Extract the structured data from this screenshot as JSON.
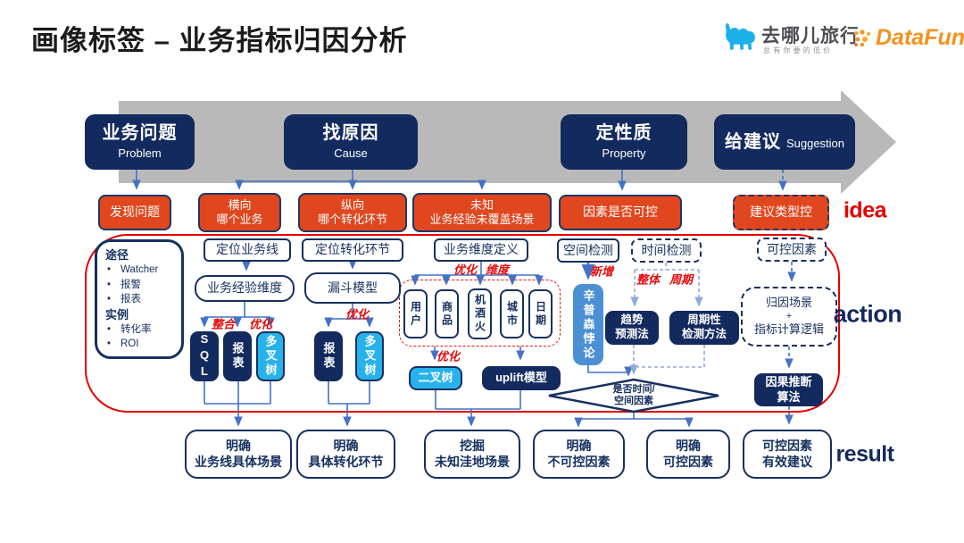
{
  "title": "画像标签 – 业务指标归因分析",
  "logo": {
    "qunar_name": "去哪儿旅行",
    "qunar_tagline": "总有你要的低价",
    "datafun": "DataFun",
    "datafun_dot": "."
  },
  "stage_labels": {
    "idea": "idea",
    "action": "action",
    "result": "result"
  },
  "stages": [
    {
      "zh": "业务问题",
      "en": "Problem"
    },
    {
      "zh": "找原因",
      "en": "Cause"
    },
    {
      "zh": "定性质",
      "en": "Property"
    },
    {
      "zh": "给建议",
      "en": "Suggestion"
    }
  ],
  "idea_row": [
    [
      "发现问题"
    ],
    [
      "横向",
      "哪个业务"
    ],
    [
      "纵向",
      "哪个转化环节"
    ],
    [
      "未知",
      "业务经验未覆盖场景"
    ],
    [
      "因素是否可控"
    ],
    [
      "建议类型控"
    ]
  ],
  "panel": {
    "sections": [
      {
        "heading": "途径",
        "items": [
          "Watcher",
          "报警",
          "报表"
        ]
      },
      {
        "heading": "实例",
        "items": [
          "转化率",
          "ROI"
        ]
      }
    ]
  },
  "flow": {
    "col1": {
      "top": "定位业务线",
      "mid": "业务经验维度",
      "tags": [
        "整合",
        "优化"
      ],
      "leaves": [
        "SQL",
        "报表",
        "多叉树"
      ]
    },
    "col2": {
      "top": "定位转化环节",
      "mid": "漏斗模型",
      "tags": [
        "优化"
      ],
      "leaves": [
        "报表",
        "多叉树"
      ]
    },
    "col3": {
      "top": "业务维度定义",
      "tags": [
        "优化",
        "维度"
      ],
      "dims": [
        "用户",
        "商品",
        "机酒火",
        "城市",
        "日期"
      ],
      "tag2": "优化",
      "leaf1": "二叉树",
      "leaf2": "uplift模型"
    },
    "col4": {
      "top": "空间检测",
      "tag": "新增",
      "node": "辛普森悖论"
    },
    "col5": {
      "top": "时间检测",
      "tags": [
        "整体",
        "周期"
      ],
      "node1": [
        "趋势",
        "预测法"
      ],
      "node2": [
        "周期性",
        "检测方法"
      ]
    },
    "col6": {
      "top": "可控因素",
      "mid": [
        "归因场景",
        "+",
        "指标计算逻辑"
      ],
      "node": [
        "因果推断",
        "算法"
      ]
    },
    "diamond": [
      "是否时间/",
      "空间因素"
    ]
  },
  "result_row": [
    [
      "明确",
      "业务线具体场景"
    ],
    [
      "明确",
      "具体转化环节"
    ],
    [
      "挖掘",
      "未知洼地场景"
    ],
    [
      "明确",
      "不可控因素"
    ],
    [
      "明确",
      "可控因素"
    ],
    [
      "可控因素",
      "有效建议"
    ]
  ],
  "colors": {
    "navy": "#132a5f",
    "vermilion": "#e0471f",
    "cyan": "#27b2ec",
    "mid_blue": "#4b90d5",
    "arrow_blue": "#4472c4",
    "light_dash_blue": "#8faadc",
    "accent_red": "#e60000",
    "band_gray": "#b9b9b9"
  }
}
